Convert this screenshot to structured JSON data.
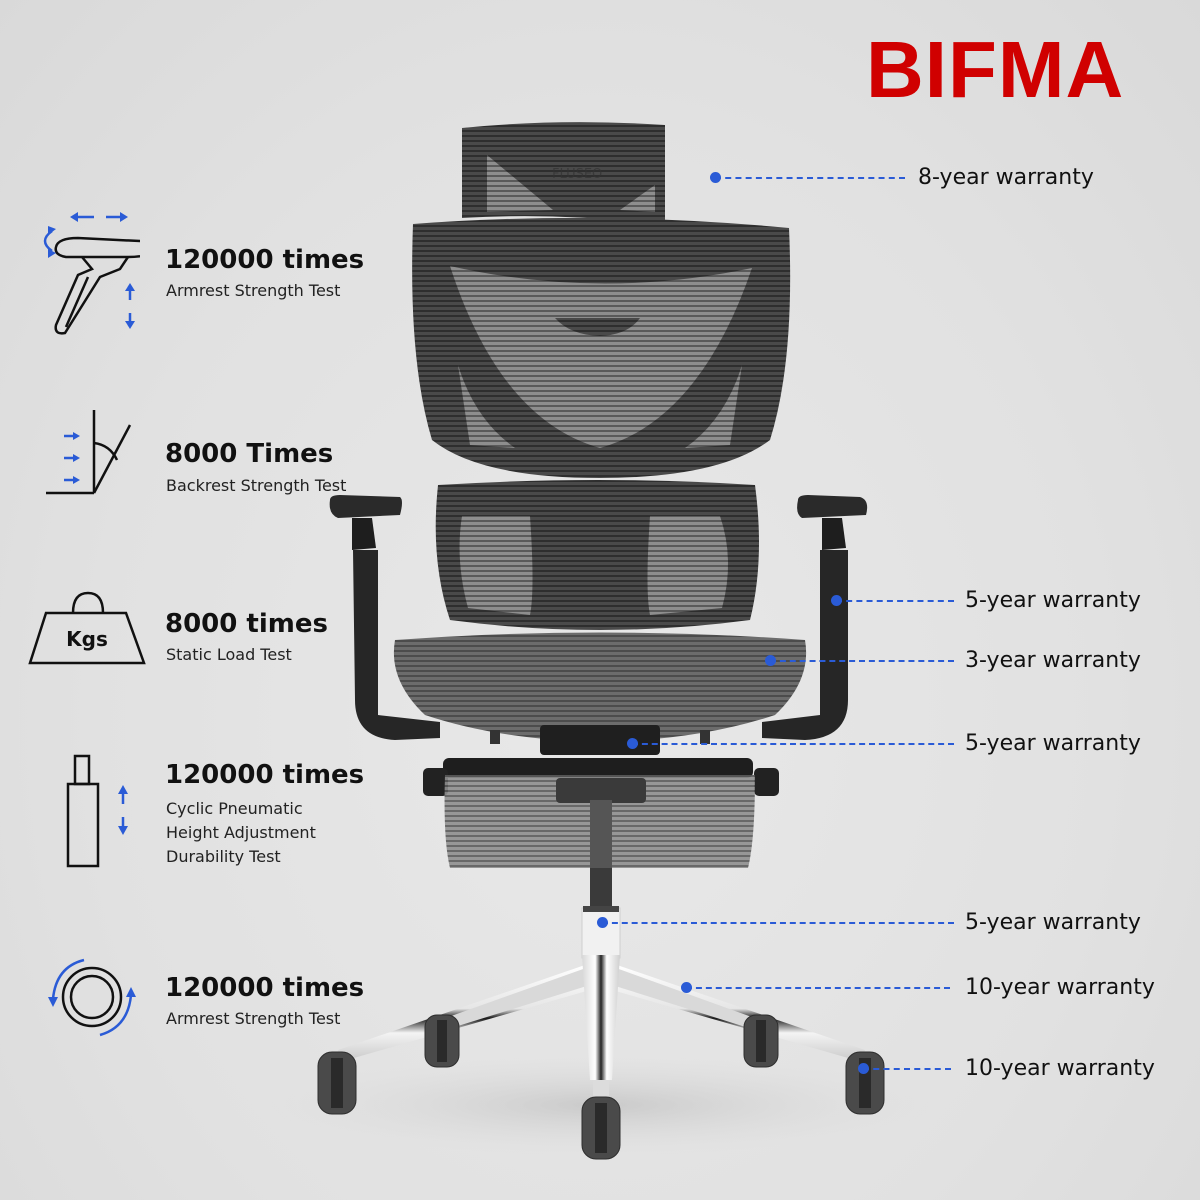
{
  "brand": {
    "text": "BIFMA",
    "color": "#d00000"
  },
  "features": [
    {
      "icon": "armrest-icon",
      "title": "120000 times",
      "lines": [
        "Armrest Strength Test"
      ]
    },
    {
      "icon": "backrest-angle-icon",
      "title": "8000 Times",
      "lines": [
        "Backrest Strength Test"
      ]
    },
    {
      "icon": "weight-icon",
      "icon_label": "Kgs",
      "title": "8000 times",
      "lines": [
        "Static Load Test"
      ]
    },
    {
      "icon": "gas-cylinder-icon",
      "title": "120000 times",
      "lines": [
        "Cyclic Pneumatic",
        "Height Adjustment",
        "Durability Test"
      ]
    },
    {
      "icon": "caster-rotation-icon",
      "title": "120000 times",
      "lines": [
        "Armrest Strength Test"
      ]
    }
  ],
  "callouts": [
    {
      "part": "headrest",
      "label": "8-year warranty"
    },
    {
      "part": "armrest",
      "label": "5-year warranty"
    },
    {
      "part": "seat",
      "label": "3-year warranty"
    },
    {
      "part": "mechanism",
      "label": "5-year warranty"
    },
    {
      "part": "gas-lift",
      "label": "5-year warranty"
    },
    {
      "part": "base",
      "label": "10-year warranty"
    },
    {
      "part": "casters",
      "label": "10-year warranty"
    }
  ],
  "colors": {
    "accent": "#2a5bd6",
    "brand": "#d00000",
    "background": "#e1e1e1"
  }
}
